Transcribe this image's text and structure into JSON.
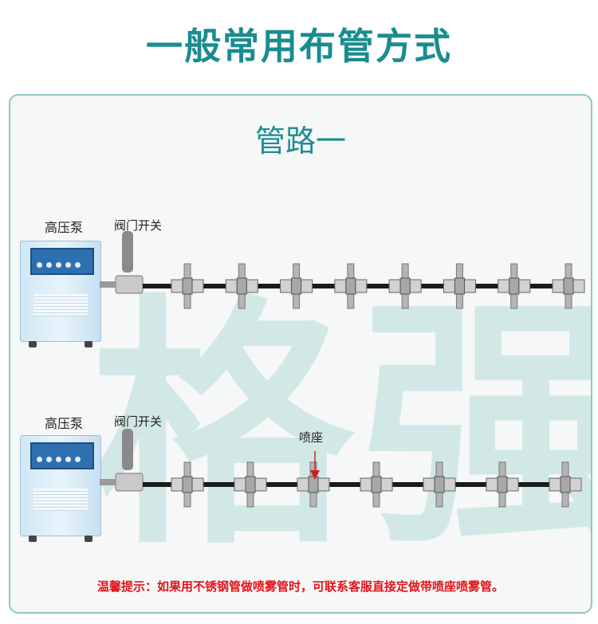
{
  "title": "一般常用布管方式",
  "panel": {
    "subtitle": "管路一",
    "watermark": "格强",
    "row1": {
      "pump_label": "高压泵",
      "valve_label": "阀门开关",
      "nozzle_count": 8
    },
    "row2": {
      "pump_label": "高压泵",
      "valve_label": "阀门开关",
      "nozzle_label": "喷座",
      "nozzle_count": 7
    },
    "tip": "温馨提示：如果用不锈钢管做喷雾管时，可联系客服直接定做带喷座喷雾管。",
    "colors": {
      "title": "#1a8c90",
      "tip": "#e2151b",
      "pipe": "#1b1b1b",
      "pump": "#cfe7f6"
    }
  }
}
